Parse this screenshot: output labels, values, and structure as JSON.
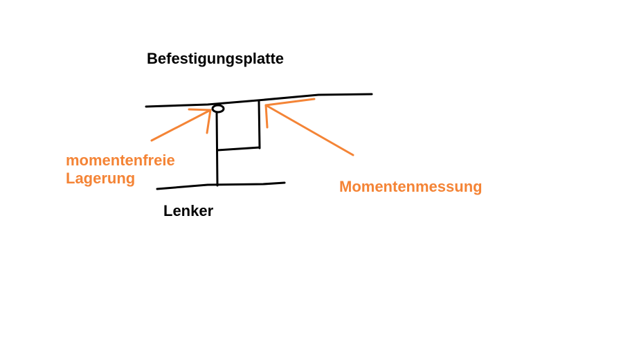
{
  "labels": {
    "top_plate": "Befestigungsplatte",
    "bottom_bar": "Lenker",
    "left_note_line1": "momentenfreie",
    "left_note_line2": "Lagerung",
    "right_note": "Momentenmessung"
  },
  "colors": {
    "structure": "#000000",
    "annotation": "#f48436",
    "background": "#ffffff"
  }
}
